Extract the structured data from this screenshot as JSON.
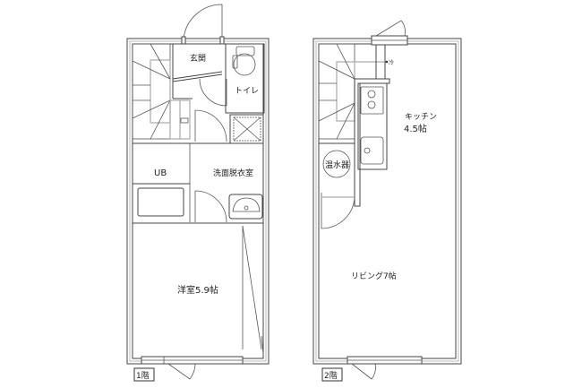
{
  "floor1": {
    "label": "1階",
    "rooms": {
      "entrance": "玄関",
      "toilet": "トイレ",
      "unit_bath": "UB",
      "washroom": "洗面脱衣室",
      "western_room": "洋室5.9帖"
    }
  },
  "floor2": {
    "label": "2階",
    "rooms": {
      "kitchen": "キッチン",
      "kitchen_size": "4.5帖",
      "water_heater": "温水器",
      "living": "リビング7帖"
    }
  }
}
